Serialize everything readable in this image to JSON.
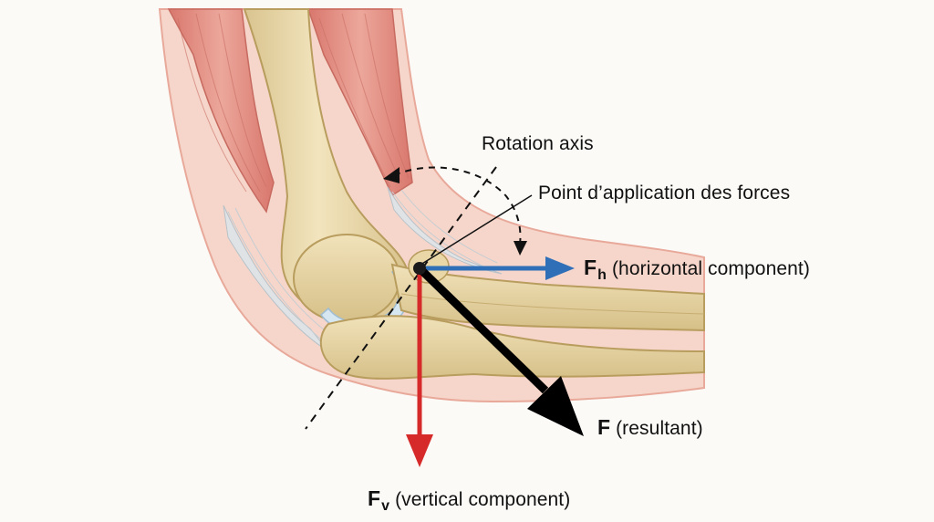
{
  "labels": {
    "rotation_axis": "Rotation axis",
    "application_point": "Point d’application des forces",
    "fh_symbol": "F",
    "fh_subscript": "h",
    "fh_text": "(horizontal component)",
    "f_symbol": "F",
    "f_text": "(resultant)",
    "fv_symbol": "F",
    "fv_subscript": "v",
    "fv_text": "(vertical component)"
  },
  "colors": {
    "horizontal_force": "#2f6fb8",
    "vertical_force": "#d62a2a",
    "resultant_force": "#000000",
    "bone": "#ead9ae",
    "muscle": "#e48f86",
    "skin": "#f7d7cc",
    "tendon": "#dfe3e6"
  }
}
